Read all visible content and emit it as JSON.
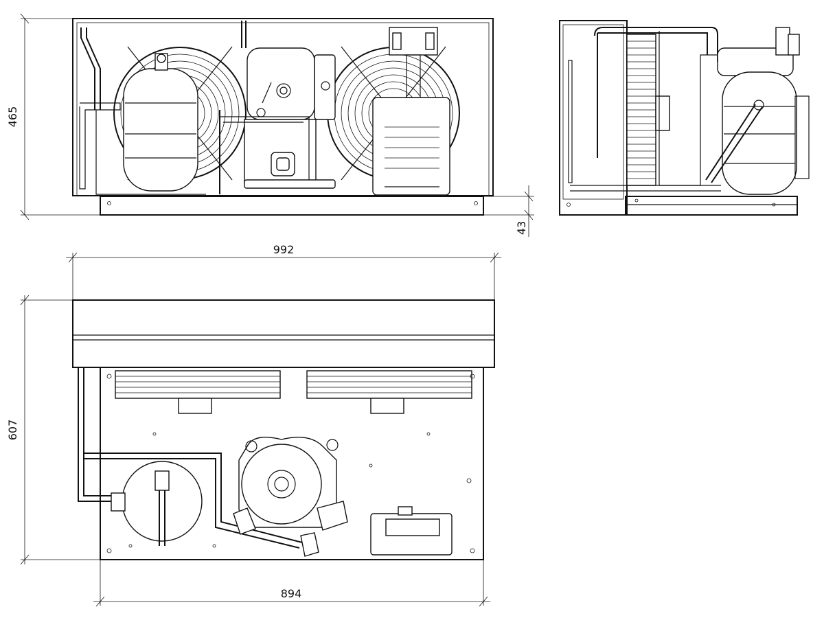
{
  "dimensions": {
    "front_height": "465",
    "base_height": "43",
    "top_width": "992",
    "top_depth": "607",
    "base_width": "894"
  }
}
